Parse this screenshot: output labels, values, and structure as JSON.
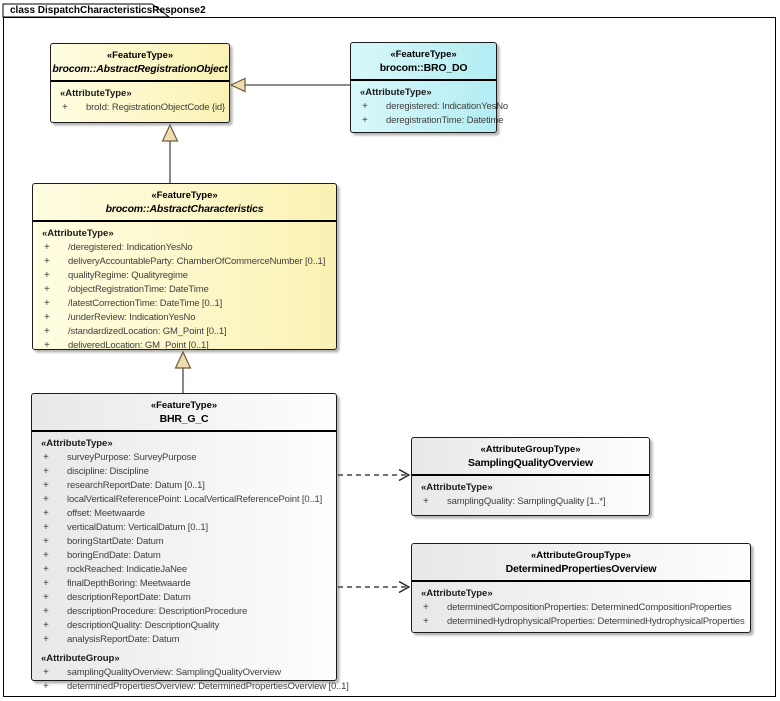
{
  "diagram": {
    "tab_title": "class DispatchCharacteristicsResponse2"
  },
  "colors": {
    "yellow_light": "#FFFDE2",
    "yellow_dark": "#FAF2B3",
    "cyan_light": "#D8F8FA",
    "cyan_dark": "#B2EDF3",
    "plain_light": "#E8E8E8",
    "plain_dark": "#FEFEFE",
    "box_border": "#1c1c1c",
    "line": "#4a4a4a",
    "triangle_fill": "#F0DCAE",
    "triangle_stroke": "#6b5d3f",
    "attr_text": "#3f3f3f"
  },
  "boxes": {
    "aro": {
      "stereotype": "«FeatureType»",
      "name": "brocom::AbstractRegistrationObject",
      "attr_header": "«AttributeType»",
      "attrs": [
        {
          "vis": "+",
          "text": "broId: RegistrationObjectCode {id}"
        }
      ]
    },
    "bro_do": {
      "stereotype": "«FeatureType»",
      "name": "brocom::BRO_DO",
      "attr_header": "«AttributeType»",
      "attrs": [
        {
          "vis": "+",
          "text": "deregistered: IndicationYesNo"
        },
        {
          "vis": "+",
          "text": "deregistrationTime: Datetime"
        }
      ]
    },
    "ac": {
      "stereotype": "«FeatureType»",
      "name": "brocom::AbstractCharacteristics",
      "attr_header": "«AttributeType»",
      "attrs": [
        {
          "vis": "+",
          "text": "/deregistered: IndicationYesNo"
        },
        {
          "vis": "+",
          "text": "deliveryAccountableParty: ChamberOfCommerceNumber [0..1]"
        },
        {
          "vis": "+",
          "text": "qualityRegime: Qualityregime"
        },
        {
          "vis": "+",
          "text": "/objectRegistrationTime: DateTime"
        },
        {
          "vis": "+",
          "text": "/latestCorrectionTime: DateTime [0..1]"
        },
        {
          "vis": "+",
          "text": "/underReview: IndicationYesNo"
        },
        {
          "vis": "+",
          "text": "/standardizedLocation: GM_Point [0..1]"
        },
        {
          "vis": "+",
          "text": "deliveredLocation: GM_Point [0..1]"
        }
      ]
    },
    "bhr": {
      "stereotype": "«FeatureType»",
      "name": "BHR_G_C",
      "attr_header": "«AttributeType»",
      "attrs": [
        {
          "vis": "+",
          "text": "surveyPurpose: SurveyPurpose"
        },
        {
          "vis": "+",
          "text": "discipline: Discipline"
        },
        {
          "vis": "+",
          "text": "researchReportDate: Datum [0..1]"
        },
        {
          "vis": "+",
          "text": "localVerticalReferencePoint: LocalVerticalReferencePoint [0..1]"
        },
        {
          "vis": "+",
          "text": "offset: Meetwaarde"
        },
        {
          "vis": "+",
          "text": "verticalDatum: VerticalDatum [0..1]"
        },
        {
          "vis": "+",
          "text": "boringStartDate: Datum"
        },
        {
          "vis": "+",
          "text": "boringEndDate: Datum"
        },
        {
          "vis": "+",
          "text": "rockReached: IndicatieJaNee"
        },
        {
          "vis": "+",
          "text": "finalDepthBoring: Meetwaarde"
        },
        {
          "vis": "+",
          "text": "descriptionReportDate: Datum"
        },
        {
          "vis": "+",
          "text": "descriptionProcedure: DescriptionProcedure"
        },
        {
          "vis": "+",
          "text": "descriptionQuality: DescriptionQuality"
        },
        {
          "vis": "+",
          "text": "analysisReportDate: Datum"
        }
      ],
      "group_header": "«AttributeGroup»",
      "group_attrs": [
        {
          "vis": "+",
          "text": "samplingQualityOverview: SamplingQualityOverview"
        },
        {
          "vis": "+",
          "text": "determinedPropertiesOverview: DeterminedPropertiesOverview [0..1]"
        }
      ]
    },
    "sqo": {
      "stereotype": "«AttributeGroupType»",
      "name": "SamplingQualityOverview",
      "attr_header": "«AttributeType»",
      "attrs": [
        {
          "vis": "+",
          "text": "samplingQuality: SamplingQuality [1..*]"
        }
      ]
    },
    "dpo": {
      "stereotype": "«AttributeGroupType»",
      "name": "DeterminedPropertiesOverview",
      "attr_header": "«AttributeType»",
      "attrs": [
        {
          "vis": "+",
          "text": "determinedCompositionProperties: DeterminedCompositionProperties"
        },
        {
          "vis": "+",
          "text": "determinedHydrophysicalProperties: DeterminedHydrophysicalProperties"
        }
      ]
    }
  }
}
